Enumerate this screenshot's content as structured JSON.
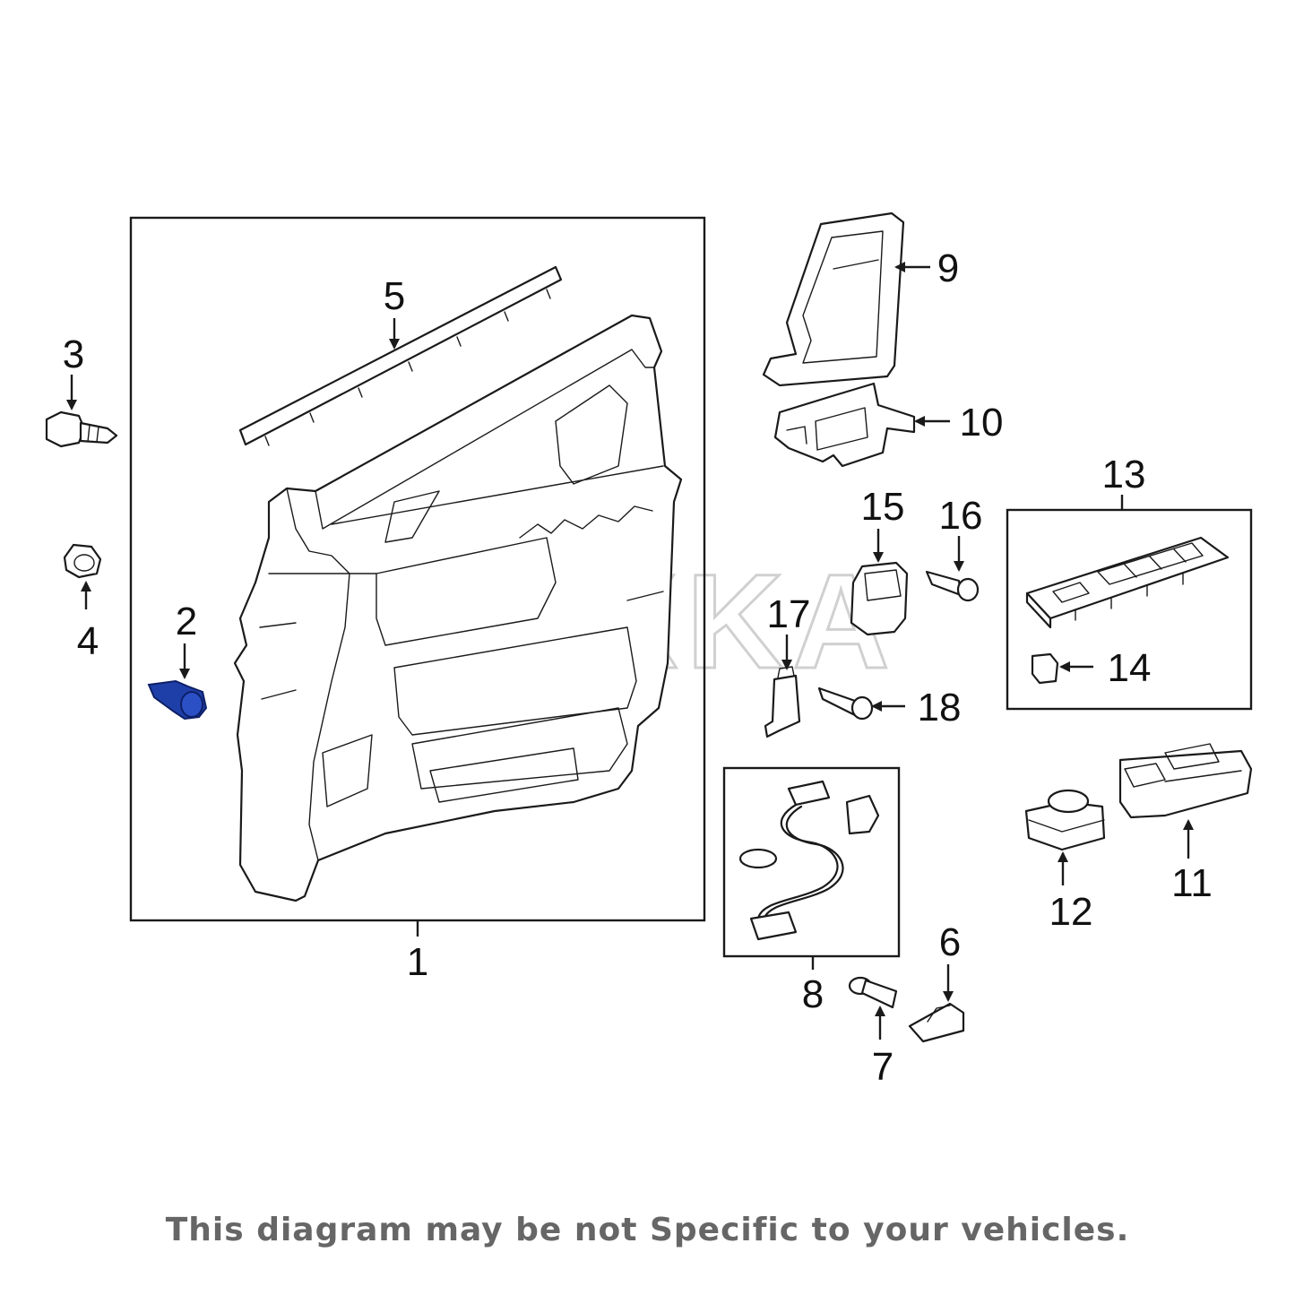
{
  "watermark": "REXKA",
  "disclaimer": "This diagram may be not Specific to your vehicles.",
  "highlight_color": "#1f3fa8",
  "callouts": {
    "c1": "1",
    "c2": "2",
    "c3": "3",
    "c4": "4",
    "c5": "5",
    "c6": "6",
    "c7": "7",
    "c8": "8",
    "c9": "9",
    "c10": "10",
    "c11": "11",
    "c12": "12",
    "c13": "13",
    "c14": "14",
    "c15": "15",
    "c16": "16",
    "c17": "17",
    "c18": "18"
  }
}
